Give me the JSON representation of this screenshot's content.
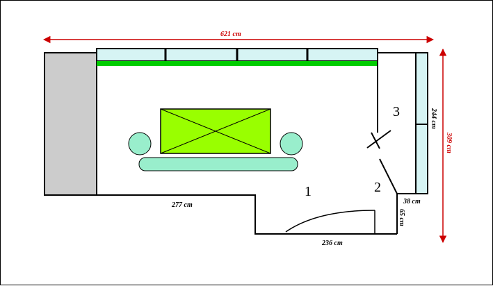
{
  "dimensions": {
    "total_width": "621 cm",
    "total_height": "309 cm",
    "wardrobe_length": "244 cm",
    "lower_left_wall": "277 cm",
    "lower_right_wall": "236 cm",
    "small_step_width": "38 cm",
    "small_step_height": "65 cm"
  },
  "rooms": {
    "zone_1": "1",
    "zone_2": "2",
    "zone_3": "3"
  },
  "colors": {
    "dimension_line": "#cc0000",
    "window": "#d6f4f4",
    "window_sill": "#00cc00",
    "table": "#99ff00",
    "sofa": "#99eecc",
    "side_wall": "#cccccc",
    "wall": "#000000"
  }
}
